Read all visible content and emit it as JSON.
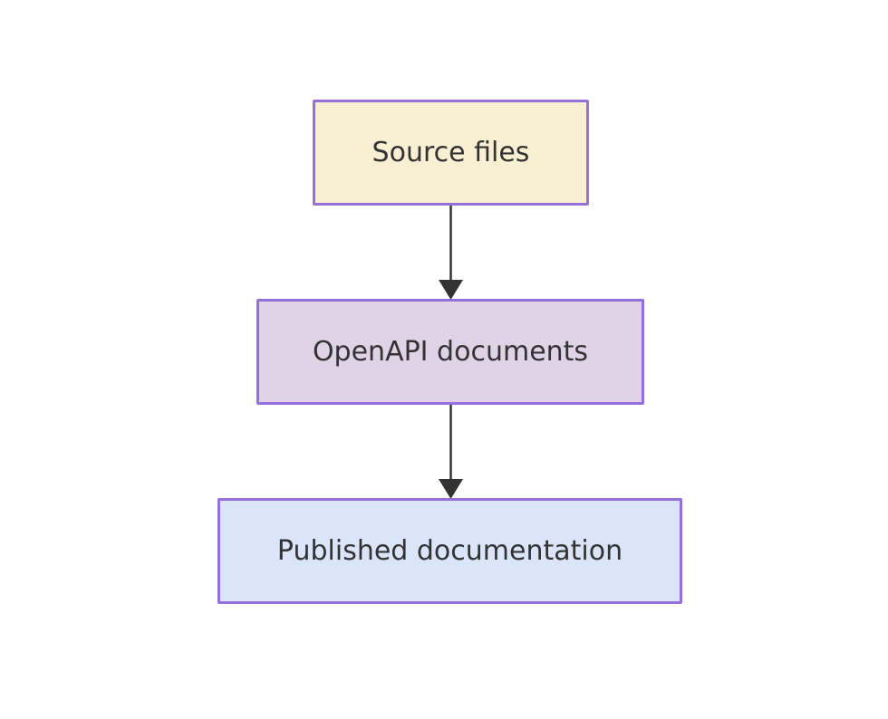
{
  "diagram": {
    "type": "flowchart",
    "direction": "top-down",
    "background_color": "#ffffff",
    "text_color": "#333333",
    "node_border_color": "#9370db",
    "arrow_color": "#333333",
    "nodes": [
      {
        "id": "source",
        "label": "Source files",
        "fill": "#f9f0d3"
      },
      {
        "id": "openapi",
        "label": "OpenAPI documents",
        "fill": "#e0d3e8"
      },
      {
        "id": "published",
        "label": "Published documentation",
        "fill": "#dbe5fa"
      }
    ],
    "edges": [
      {
        "from": "Source files",
        "to": "OpenAPI documents",
        "style": "solid-arrow"
      },
      {
        "from": "OpenAPI documents",
        "to": "Published documentation",
        "style": "solid-arrow"
      }
    ]
  }
}
